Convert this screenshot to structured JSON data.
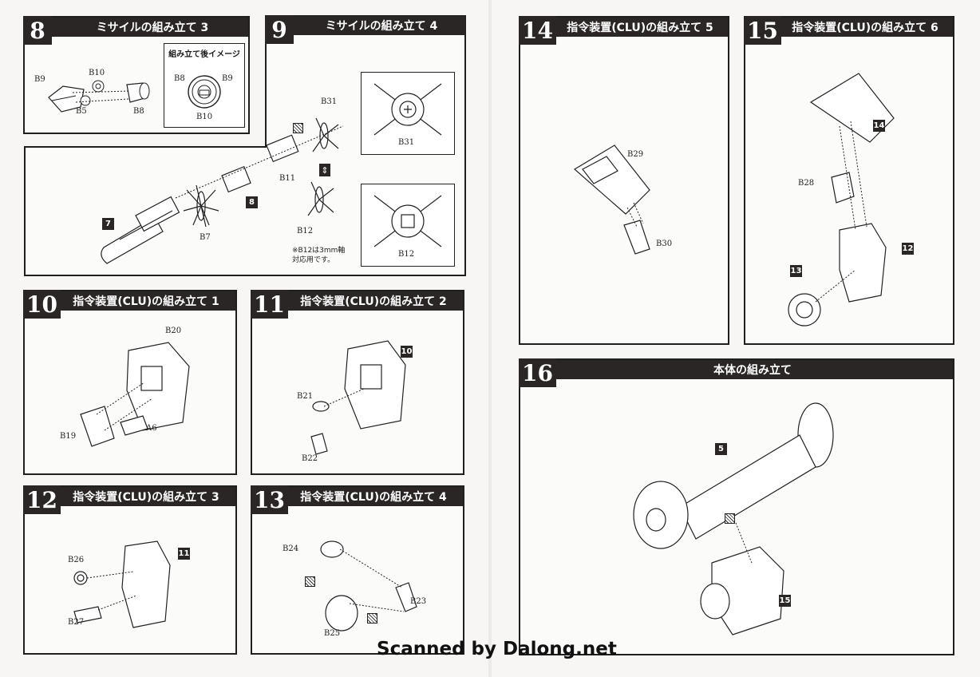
{
  "steps": {
    "s8": {
      "num": "8",
      "title": "ミサイルの組み立て 3",
      "labels": {
        "b9": "B9",
        "b10": "B10",
        "b5": "B5",
        "b8": "B8"
      },
      "inset": {
        "title": "組み立て後イメージ",
        "b8": "B8",
        "b9": "B9",
        "b10": "B10"
      }
    },
    "s9": {
      "num": "9",
      "title": "ミサイルの組み立て 4",
      "labels": {
        "b31": "B31",
        "b31b": "B31",
        "b11": "B11",
        "b7": "B7",
        "b12": "B12",
        "b12b": "B12"
      },
      "refs": {
        "r7": "7",
        "r8": "8"
      },
      "note_line1": "※B12は3mm軸",
      "note_line2": "対応用です。"
    },
    "s10": {
      "num": "10",
      "title": "指令装置(CLU)の組み立て 1",
      "labels": {
        "b20": "B20",
        "b19": "B19",
        "a6": "A6"
      }
    },
    "s11": {
      "num": "11",
      "title": "指令装置(CLU)の組み立て 2",
      "labels": {
        "b21": "B21",
        "b22": "B22"
      },
      "refs": {
        "r10": "10"
      }
    },
    "s12": {
      "num": "12",
      "title": "指令装置(CLU)の組み立て 3",
      "labels": {
        "b26": "B26",
        "b27": "B27"
      },
      "refs": {
        "r11": "11"
      }
    },
    "s13": {
      "num": "13",
      "title": "指令装置(CLU)の組み立て 4",
      "labels": {
        "b24": "B24",
        "b23": "B23",
        "b25": "B25"
      }
    },
    "s14": {
      "num": "14",
      "title": "指令装置(CLU)の組み立て 5",
      "labels": {
        "b29": "B29",
        "b30": "B30"
      }
    },
    "s15": {
      "num": "15",
      "title": "指令装置(CLU)の組み立て 6",
      "labels": {
        "b28": "B28"
      },
      "refs": {
        "r14": "14",
        "r12": "12",
        "r13": "13"
      }
    },
    "s16": {
      "num": "16",
      "title": "本体の組み立て",
      "refs": {
        "r5": "5",
        "r15": "15"
      }
    }
  },
  "watermark": "Scanned by Dalong.net"
}
